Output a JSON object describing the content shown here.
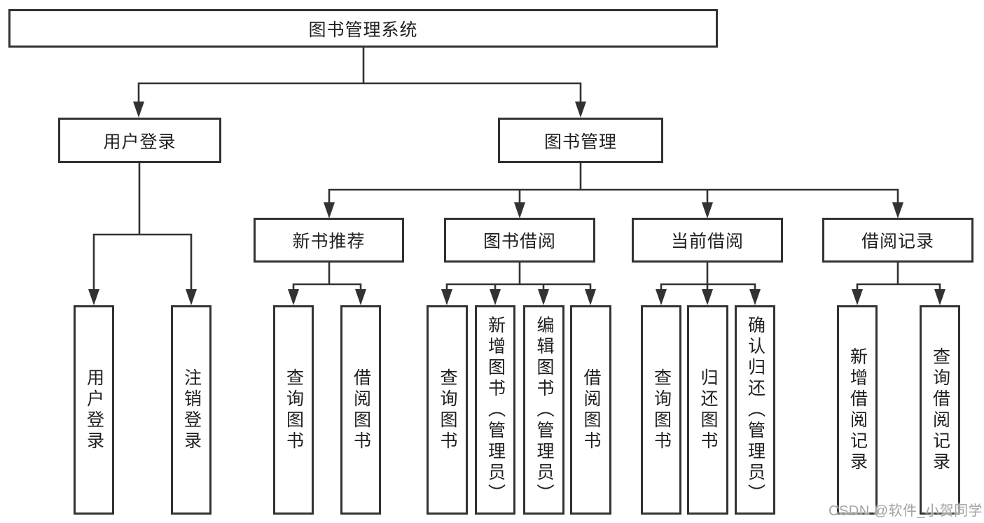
{
  "diagram": {
    "type": "hierarchy-tree",
    "tree": {
      "root": "图书管理系统",
      "level2": [
        {
          "label": "用户登录",
          "children": [
            "用户登录",
            "注销登录"
          ]
        },
        {
          "label": "图书管理",
          "groups": [
            {
              "label": "新书推荐",
              "children": [
                "查询图书",
                "借阅图书"
              ]
            },
            {
              "label": "图书借阅",
              "children": [
                "查询图书",
                "新增图书（管理员）",
                "编辑图书（管理员）",
                "借阅图书"
              ]
            },
            {
              "label": "当前借阅",
              "children": [
                "查询图书",
                "归还图书",
                "确认归还（管理员）"
              ]
            },
            {
              "label": "借阅记录",
              "children": [
                "新增借阅记录",
                "查询借阅记录"
              ]
            }
          ]
        }
      ]
    },
    "colors": {
      "line": "#323232",
      "text": "#1f1f1f",
      "box_background": "#ffffff",
      "page_background": "#ffffff",
      "watermark": "#a3a3a3"
    }
  },
  "watermark": {
    "text": "CSDN @软件_小贺同学"
  }
}
